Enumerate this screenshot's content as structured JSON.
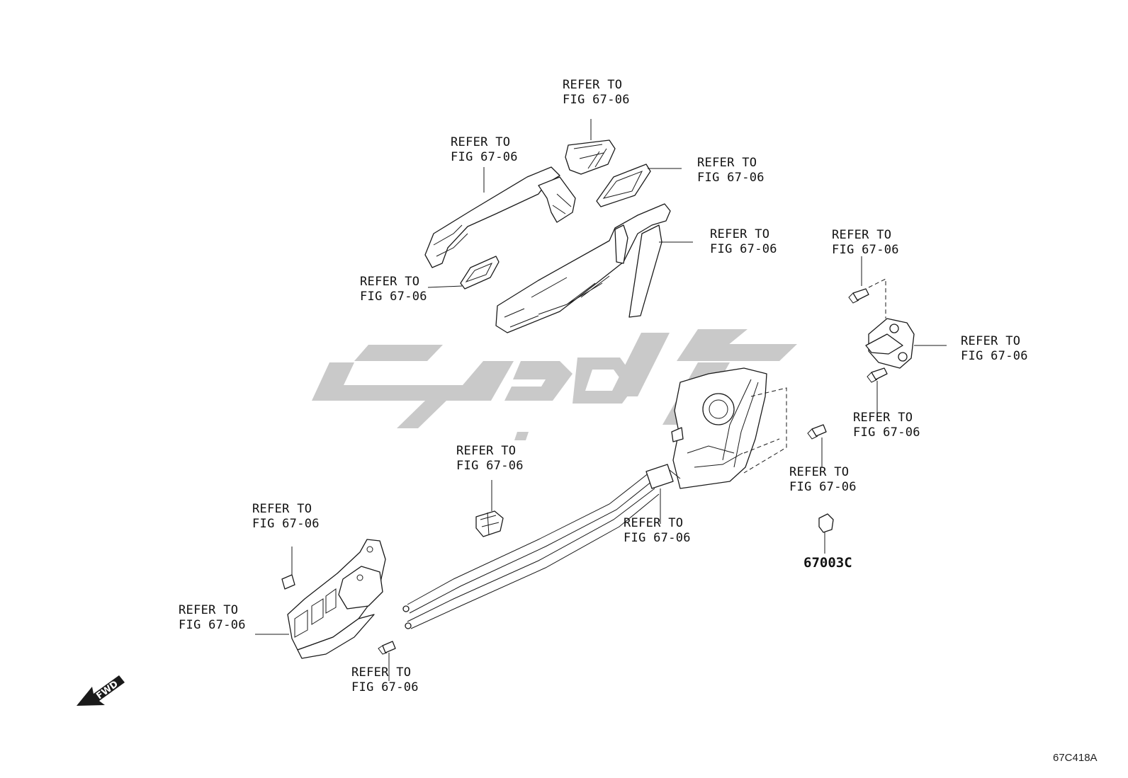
{
  "refer_line1": "REFER TO",
  "refer_line2": "FIG 67-06",
  "part_number": "67003C",
  "figure_code": "67C418A",
  "fwd_label": "FWD",
  "watermark_color": "#c9c9c9"
}
